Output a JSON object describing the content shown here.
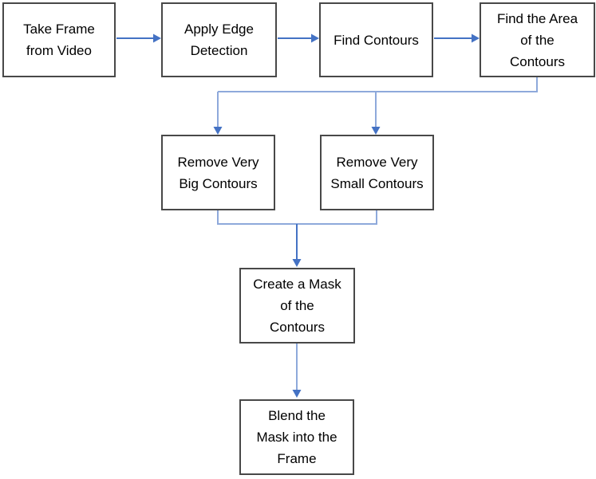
{
  "colors": {
    "arrow_blue": "#4472C4",
    "connector_light": "#8EA9DB",
    "box_border": "#484848",
    "text": "#000000",
    "background": "#ffffff"
  },
  "nodes": [
    {
      "id": "take-frame",
      "label": "Take Frame\nfrom Video"
    },
    {
      "id": "apply-edge",
      "label": "Apply Edge\nDetection"
    },
    {
      "id": "find-contours",
      "label": "Find Contours"
    },
    {
      "id": "find-area",
      "label": "Find the Area\nof the\nContours"
    },
    {
      "id": "remove-big",
      "label": "Remove Very\nBig Contours"
    },
    {
      "id": "remove-small",
      "label": "Remove Very\nSmall Contours"
    },
    {
      "id": "create-mask",
      "label": "Create a Mask\nof the\nContours"
    },
    {
      "id": "blend-mask",
      "label": "Blend the\nMask into the\nFrame"
    }
  ],
  "edges": [
    {
      "from": "take-frame",
      "to": "apply-edge"
    },
    {
      "from": "apply-edge",
      "to": "find-contours"
    },
    {
      "from": "find-contours",
      "to": "find-area"
    },
    {
      "from": "find-area",
      "to": "remove-big"
    },
    {
      "from": "find-area",
      "to": "remove-small"
    },
    {
      "from": "remove-big",
      "to": "create-mask"
    },
    {
      "from": "remove-small",
      "to": "create-mask"
    },
    {
      "from": "create-mask",
      "to": "blend-mask"
    }
  ]
}
